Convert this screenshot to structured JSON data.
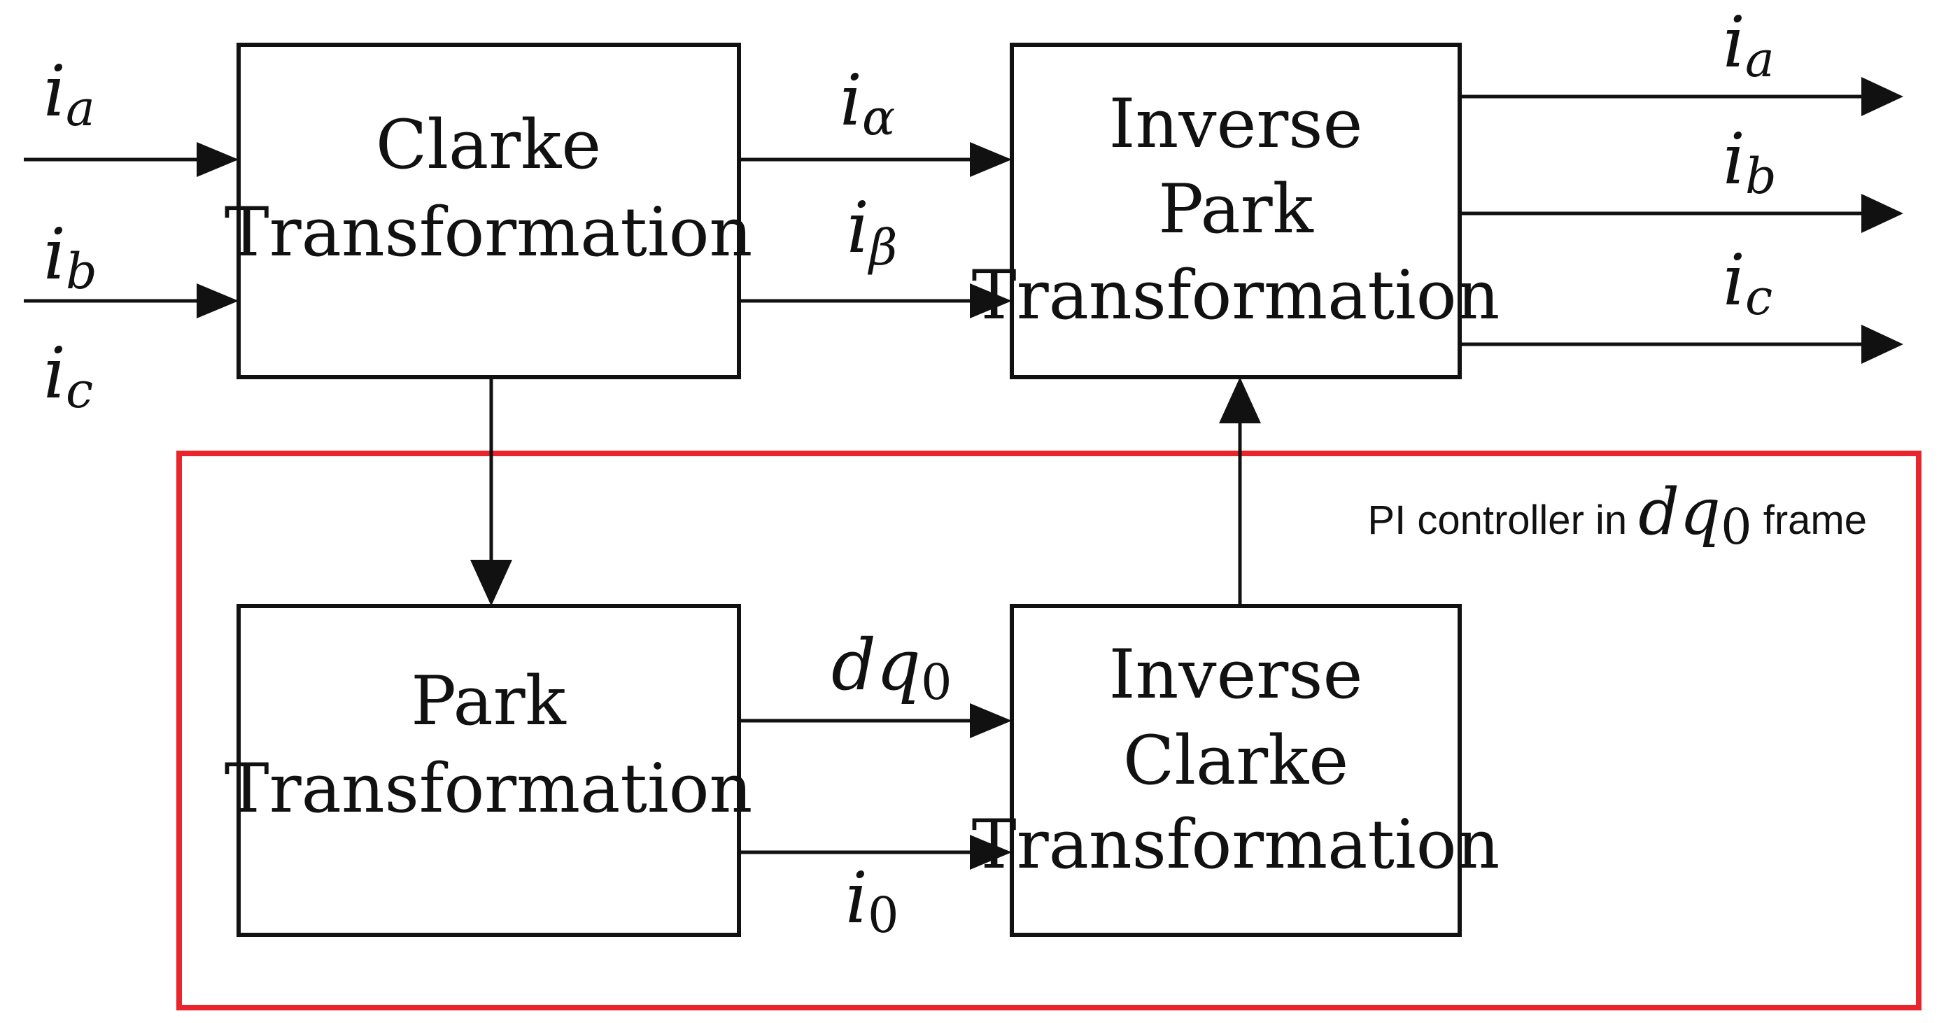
{
  "blocks": {
    "clarke": {
      "line1": "Clarke",
      "line2": "Transformation"
    },
    "inverse_park": {
      "line1": "Inverse",
      "line2": "Park",
      "line3": "Transformation"
    },
    "park": {
      "line1": "Park",
      "line2": "Transformation"
    },
    "inverse_clarke": {
      "line1": "Inverse",
      "line2": "Clarke",
      "line3": "Transformation"
    }
  },
  "signals": {
    "input_a": {
      "base": "i",
      "sub": "a"
    },
    "input_b": {
      "base": "i",
      "sub": "b"
    },
    "input_c": {
      "base": "i",
      "sub": "c"
    },
    "alpha": {
      "base": "i",
      "sub": "α"
    },
    "beta": {
      "base": "i",
      "sub": "β"
    },
    "dq0": {
      "base": "dq",
      "sub": "0"
    },
    "zero": {
      "base": "i",
      "sub": "0"
    },
    "output_a": {
      "base": "i",
      "sub": "a"
    },
    "output_b": {
      "base": "i",
      "sub": "b"
    },
    "output_c": {
      "base": "i",
      "sub": "c"
    }
  },
  "controller_region": {
    "prefix": "PI controller in",
    "math_base": "dq",
    "math_sub": "0",
    "suffix": "frame",
    "border_color": "#e8242c"
  }
}
